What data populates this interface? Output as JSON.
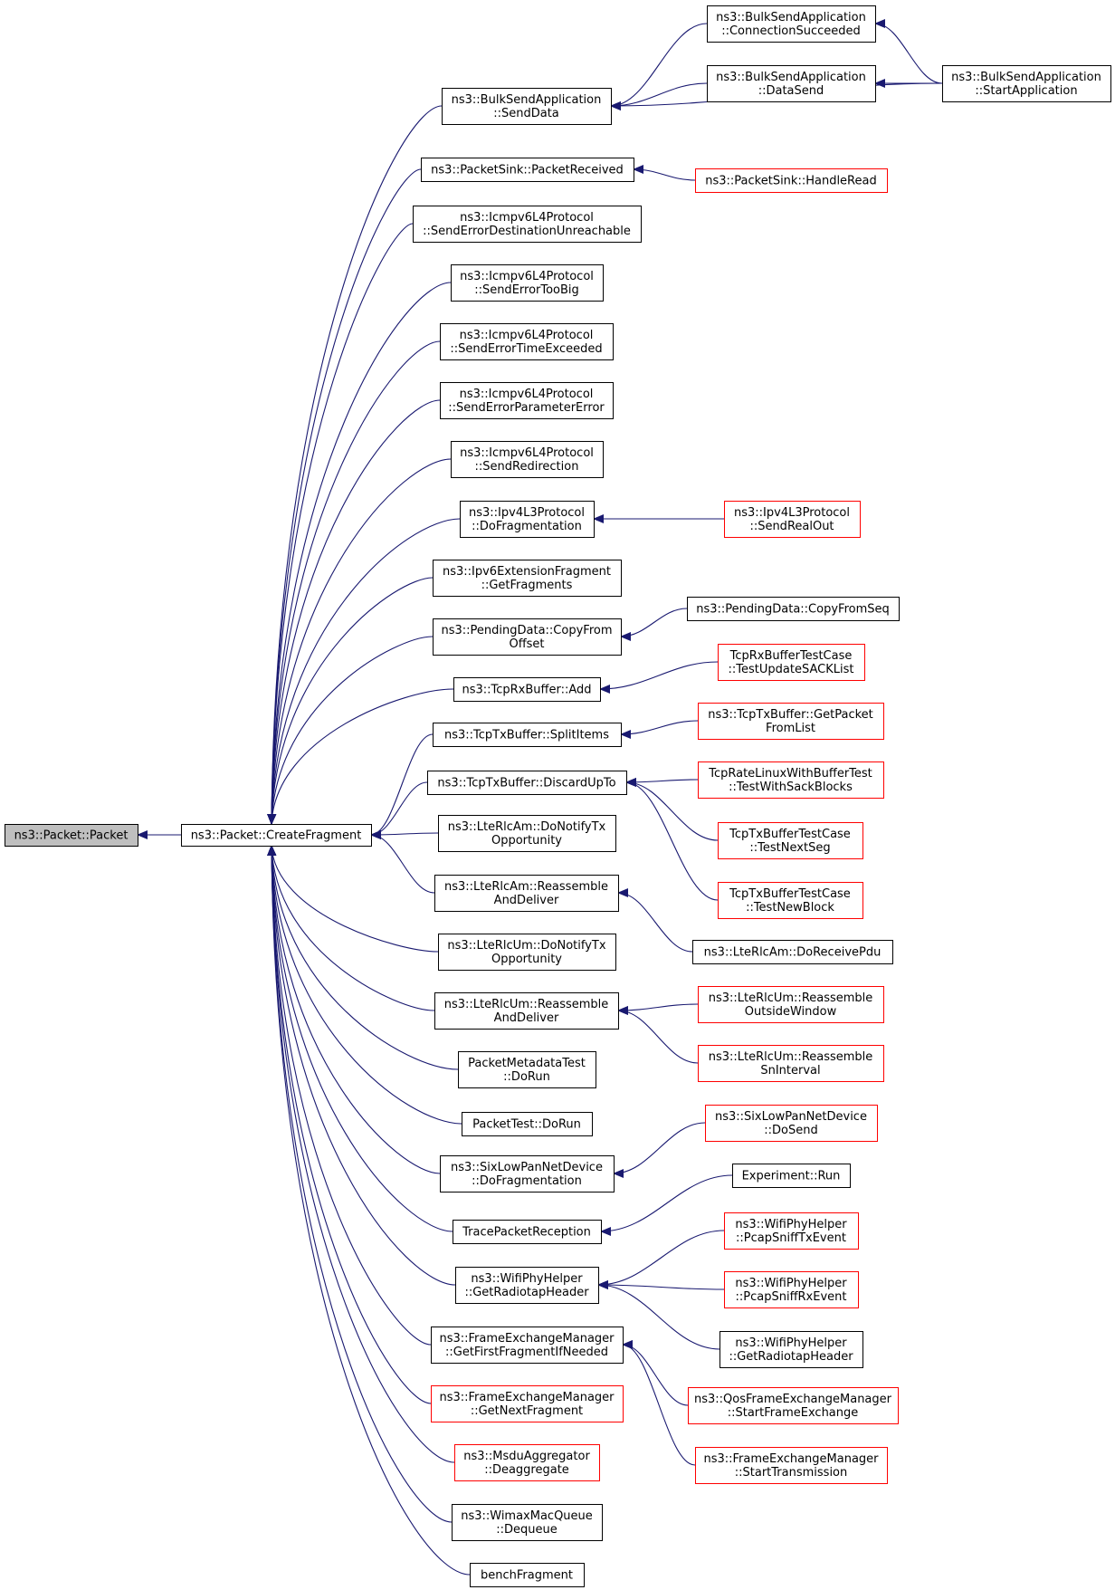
{
  "diagram": {
    "edge_color": "#191970",
    "node_fill": "#ffffff",
    "focus_fill": "#bfbfbf",
    "normal_border": "#000000",
    "truncated_border": "#ff0000",
    "nodes": [
      {
        "id": "packet",
        "lines": [
          "ns3::Packet::Packet"
        ],
        "style": "focus"
      },
      {
        "id": "createfragment",
        "lines": [
          "ns3::Packet::CreateFragment"
        ],
        "style": "normal"
      },
      {
        "id": "bulk_senddata",
        "lines": [
          "ns3::BulkSendApplication",
          "::SendData"
        ],
        "style": "normal"
      },
      {
        "id": "bulk_connsucc",
        "lines": [
          "ns3::BulkSendApplication",
          "::ConnectionSucceeded"
        ],
        "style": "normal"
      },
      {
        "id": "bulk_datasend",
        "lines": [
          "ns3::BulkSendApplication",
          "::DataSend"
        ],
        "style": "normal"
      },
      {
        "id": "bulk_startapp",
        "lines": [
          "ns3::BulkSendApplication",
          "::StartApplication"
        ],
        "style": "normal"
      },
      {
        "id": "sink_received",
        "lines": [
          "ns3::PacketSink::PacketReceived"
        ],
        "style": "normal"
      },
      {
        "id": "sink_handleread",
        "lines": [
          "ns3::PacketSink::HandleRead"
        ],
        "style": "truncated"
      },
      {
        "id": "icmp_destunreach",
        "lines": [
          "ns3::Icmpv6L4Protocol",
          "::SendErrorDestinationUnreachable"
        ],
        "style": "normal"
      },
      {
        "id": "icmp_toobig",
        "lines": [
          "ns3::Icmpv6L4Protocol",
          "::SendErrorTooBig"
        ],
        "style": "normal"
      },
      {
        "id": "icmp_timeexceeded",
        "lines": [
          "ns3::Icmpv6L4Protocol",
          "::SendErrorTimeExceeded"
        ],
        "style": "normal"
      },
      {
        "id": "icmp_paramerror",
        "lines": [
          "ns3::Icmpv6L4Protocol",
          "::SendErrorParameterError"
        ],
        "style": "normal"
      },
      {
        "id": "icmp_redirection",
        "lines": [
          "ns3::Icmpv6L4Protocol",
          "::SendRedirection"
        ],
        "style": "normal"
      },
      {
        "id": "ipv4_dofrag",
        "lines": [
          "ns3::Ipv4L3Protocol",
          "::DoFragmentation"
        ],
        "style": "normal"
      },
      {
        "id": "ipv4_sendrealout",
        "lines": [
          "ns3::Ipv4L3Protocol",
          "::SendRealOut"
        ],
        "style": "truncated"
      },
      {
        "id": "ipv6_getfrags",
        "lines": [
          "ns3::Ipv6ExtensionFragment",
          "::GetFragments"
        ],
        "style": "normal"
      },
      {
        "id": "pending_copyfromoffset",
        "lines": [
          "ns3::PendingData::CopyFrom",
          "Offset"
        ],
        "style": "normal"
      },
      {
        "id": "pending_copyfromseq",
        "lines": [
          "ns3::PendingData::CopyFromSeq"
        ],
        "style": "normal"
      },
      {
        "id": "tcprx_add",
        "lines": [
          "ns3::TcpRxBuffer::Add"
        ],
        "style": "normal"
      },
      {
        "id": "tcprxtest_sack",
        "lines": [
          "TcpRxBufferTestCase",
          "::TestUpdateSACKList"
        ],
        "style": "truncated"
      },
      {
        "id": "tcptx_splititems",
        "lines": [
          "ns3::TcpTxBuffer::SplitItems"
        ],
        "style": "normal"
      },
      {
        "id": "tcptx_getpacket",
        "lines": [
          "ns3::TcpTxBuffer::GetPacket",
          "FromList"
        ],
        "style": "truncated"
      },
      {
        "id": "tcptx_discardupto",
        "lines": [
          "ns3::TcpTxBuffer::DiscardUpTo"
        ],
        "style": "normal"
      },
      {
        "id": "tcprate_sack",
        "lines": [
          "TcpRateLinuxWithBufferTest",
          "::TestWithSackBlocks"
        ],
        "style": "truncated"
      },
      {
        "id": "tcptxtest_nextseg",
        "lines": [
          "TcpTxBufferTestCase",
          "::TestNextSeg"
        ],
        "style": "truncated"
      },
      {
        "id": "tcptxtest_newblock",
        "lines": [
          "TcpTxBufferTestCase",
          "::TestNewBlock"
        ],
        "style": "truncated"
      },
      {
        "id": "lterlcam_notify",
        "lines": [
          "ns3::LteRlcAm::DoNotifyTx",
          "Opportunity"
        ],
        "style": "normal"
      },
      {
        "id": "lterlcam_reassemble",
        "lines": [
          "ns3::LteRlcAm::Reassemble",
          "AndDeliver"
        ],
        "style": "normal"
      },
      {
        "id": "lterlcam_receivepdu",
        "lines": [
          "ns3::LteRlcAm::DoReceivePdu"
        ],
        "style": "normal"
      },
      {
        "id": "lterlcum_notify",
        "lines": [
          "ns3::LteRlcUm::DoNotifyTx",
          "Opportunity"
        ],
        "style": "normal"
      },
      {
        "id": "lterlcum_reassemble",
        "lines": [
          "ns3::LteRlcUm::Reassemble",
          "AndDeliver"
        ],
        "style": "normal"
      },
      {
        "id": "lterlcum_outside",
        "lines": [
          "ns3::LteRlcUm::Reassemble",
          "OutsideWindow"
        ],
        "style": "truncated"
      },
      {
        "id": "lterlcum_sninterval",
        "lines": [
          "ns3::LteRlcUm::Reassemble",
          "SnInterval"
        ],
        "style": "truncated"
      },
      {
        "id": "metadatatest",
        "lines": [
          "PacketMetadataTest",
          "::DoRun"
        ],
        "style": "normal"
      },
      {
        "id": "packettest",
        "lines": [
          "PacketTest::DoRun"
        ],
        "style": "normal"
      },
      {
        "id": "sixlow_dofrag",
        "lines": [
          "ns3::SixLowPanNetDevice",
          "::DoFragmentation"
        ],
        "style": "normal"
      },
      {
        "id": "sixlow_dosend",
        "lines": [
          "ns3::SixLowPanNetDevice",
          "::DoSend"
        ],
        "style": "truncated"
      },
      {
        "id": "tracepacket",
        "lines": [
          "TracePacketReception"
        ],
        "style": "normal"
      },
      {
        "id": "experiment_run",
        "lines": [
          "Experiment::Run"
        ],
        "style": "normal"
      },
      {
        "id": "wifiphy_getradiotap",
        "lines": [
          "ns3::WifiPhyHelper",
          "::GetRadiotapHeader"
        ],
        "style": "normal"
      },
      {
        "id": "wifiphy_sniffx",
        "lines": [
          "ns3::WifiPhyHelper",
          "::PcapSniffTxEvent"
        ],
        "style": "truncated"
      },
      {
        "id": "wifiphy_sniffrx",
        "lines": [
          "ns3::WifiPhyHelper",
          "::PcapSniffRxEvent"
        ],
        "style": "truncated"
      },
      {
        "id": "wifiphy_getradiotap2",
        "lines": [
          "ns3::WifiPhyHelper",
          "::GetRadiotapHeader"
        ],
        "style": "normal"
      },
      {
        "id": "fem_getfirst",
        "lines": [
          "ns3::FrameExchangeManager",
          "::GetFirstFragmentIfNeeded"
        ],
        "style": "normal"
      },
      {
        "id": "qosfem_start",
        "lines": [
          "ns3::QosFrameExchangeManager",
          "::StartFrameExchange"
        ],
        "style": "truncated"
      },
      {
        "id": "fem_starttx",
        "lines": [
          "ns3::FrameExchangeManager",
          "::StartTransmission"
        ],
        "style": "truncated"
      },
      {
        "id": "fem_getnext",
        "lines": [
          "ns3::FrameExchangeManager",
          "::GetNextFragment"
        ],
        "style": "truncated"
      },
      {
        "id": "msdu_deaggregate",
        "lines": [
          "ns3::MsduAggregator",
          "::Deaggregate"
        ],
        "style": "truncated"
      },
      {
        "id": "wimax_dequeue",
        "lines": [
          "ns3::WimaxMacQueue",
          "::Dequeue"
        ],
        "style": "normal"
      },
      {
        "id": "benchfragment",
        "lines": [
          "benchFragment"
        ],
        "style": "normal"
      }
    ],
    "edges": [
      [
        "createfragment",
        "packet"
      ],
      [
        "bulk_senddata",
        "createfragment"
      ],
      [
        "sink_received",
        "createfragment"
      ],
      [
        "icmp_destunreach",
        "createfragment"
      ],
      [
        "icmp_toobig",
        "createfragment"
      ],
      [
        "icmp_timeexceeded",
        "createfragment"
      ],
      [
        "icmp_paramerror",
        "createfragment"
      ],
      [
        "icmp_redirection",
        "createfragment"
      ],
      [
        "ipv4_dofrag",
        "createfragment"
      ],
      [
        "ipv6_getfrags",
        "createfragment"
      ],
      [
        "pending_copyfromoffset",
        "createfragment"
      ],
      [
        "tcprx_add",
        "createfragment"
      ],
      [
        "tcptx_splititems",
        "createfragment"
      ],
      [
        "tcptx_discardupto",
        "createfragment"
      ],
      [
        "lterlcam_notify",
        "createfragment"
      ],
      [
        "lterlcam_reassemble",
        "createfragment"
      ],
      [
        "lterlcum_notify",
        "createfragment"
      ],
      [
        "lterlcum_reassemble",
        "createfragment"
      ],
      [
        "metadatatest",
        "createfragment"
      ],
      [
        "packettest",
        "createfragment"
      ],
      [
        "sixlow_dofrag",
        "createfragment"
      ],
      [
        "tracepacket",
        "createfragment"
      ],
      [
        "wifiphy_getradiotap",
        "createfragment"
      ],
      [
        "fem_getfirst",
        "createfragment"
      ],
      [
        "fem_getnext",
        "createfragment"
      ],
      [
        "msdu_deaggregate",
        "createfragment"
      ],
      [
        "wimax_dequeue",
        "createfragment"
      ],
      [
        "benchfragment",
        "createfragment"
      ],
      [
        "bulk_connsucc",
        "bulk_senddata"
      ],
      [
        "bulk_datasend",
        "bulk_senddata"
      ],
      [
        "bulk_startapp",
        "bulk_senddata"
      ],
      [
        "bulk_startapp",
        "bulk_connsucc"
      ],
      [
        "bulk_startapp",
        "bulk_datasend"
      ],
      [
        "sink_handleread",
        "sink_received"
      ],
      [
        "ipv4_sendrealout",
        "ipv4_dofrag"
      ],
      [
        "pending_copyfromseq",
        "pending_copyfromoffset"
      ],
      [
        "tcprxtest_sack",
        "tcprx_add"
      ],
      [
        "tcptx_getpacket",
        "tcptx_splititems"
      ],
      [
        "tcprate_sack",
        "tcptx_discardupto"
      ],
      [
        "tcptxtest_nextseg",
        "tcptx_discardupto"
      ],
      [
        "tcptxtest_newblock",
        "tcptx_discardupto"
      ],
      [
        "lterlcam_receivepdu",
        "lterlcam_reassemble"
      ],
      [
        "lterlcum_outside",
        "lterlcum_reassemble"
      ],
      [
        "lterlcum_sninterval",
        "lterlcum_reassemble"
      ],
      [
        "sixlow_dosend",
        "sixlow_dofrag"
      ],
      [
        "experiment_run",
        "tracepacket"
      ],
      [
        "wifiphy_sniffx",
        "wifiphy_getradiotap"
      ],
      [
        "wifiphy_sniffrx",
        "wifiphy_getradiotap"
      ],
      [
        "wifiphy_getradiotap2",
        "wifiphy_getradiotap"
      ],
      [
        "qosfem_start",
        "fem_getfirst"
      ],
      [
        "fem_starttx",
        "fem_getfirst"
      ]
    ]
  }
}
